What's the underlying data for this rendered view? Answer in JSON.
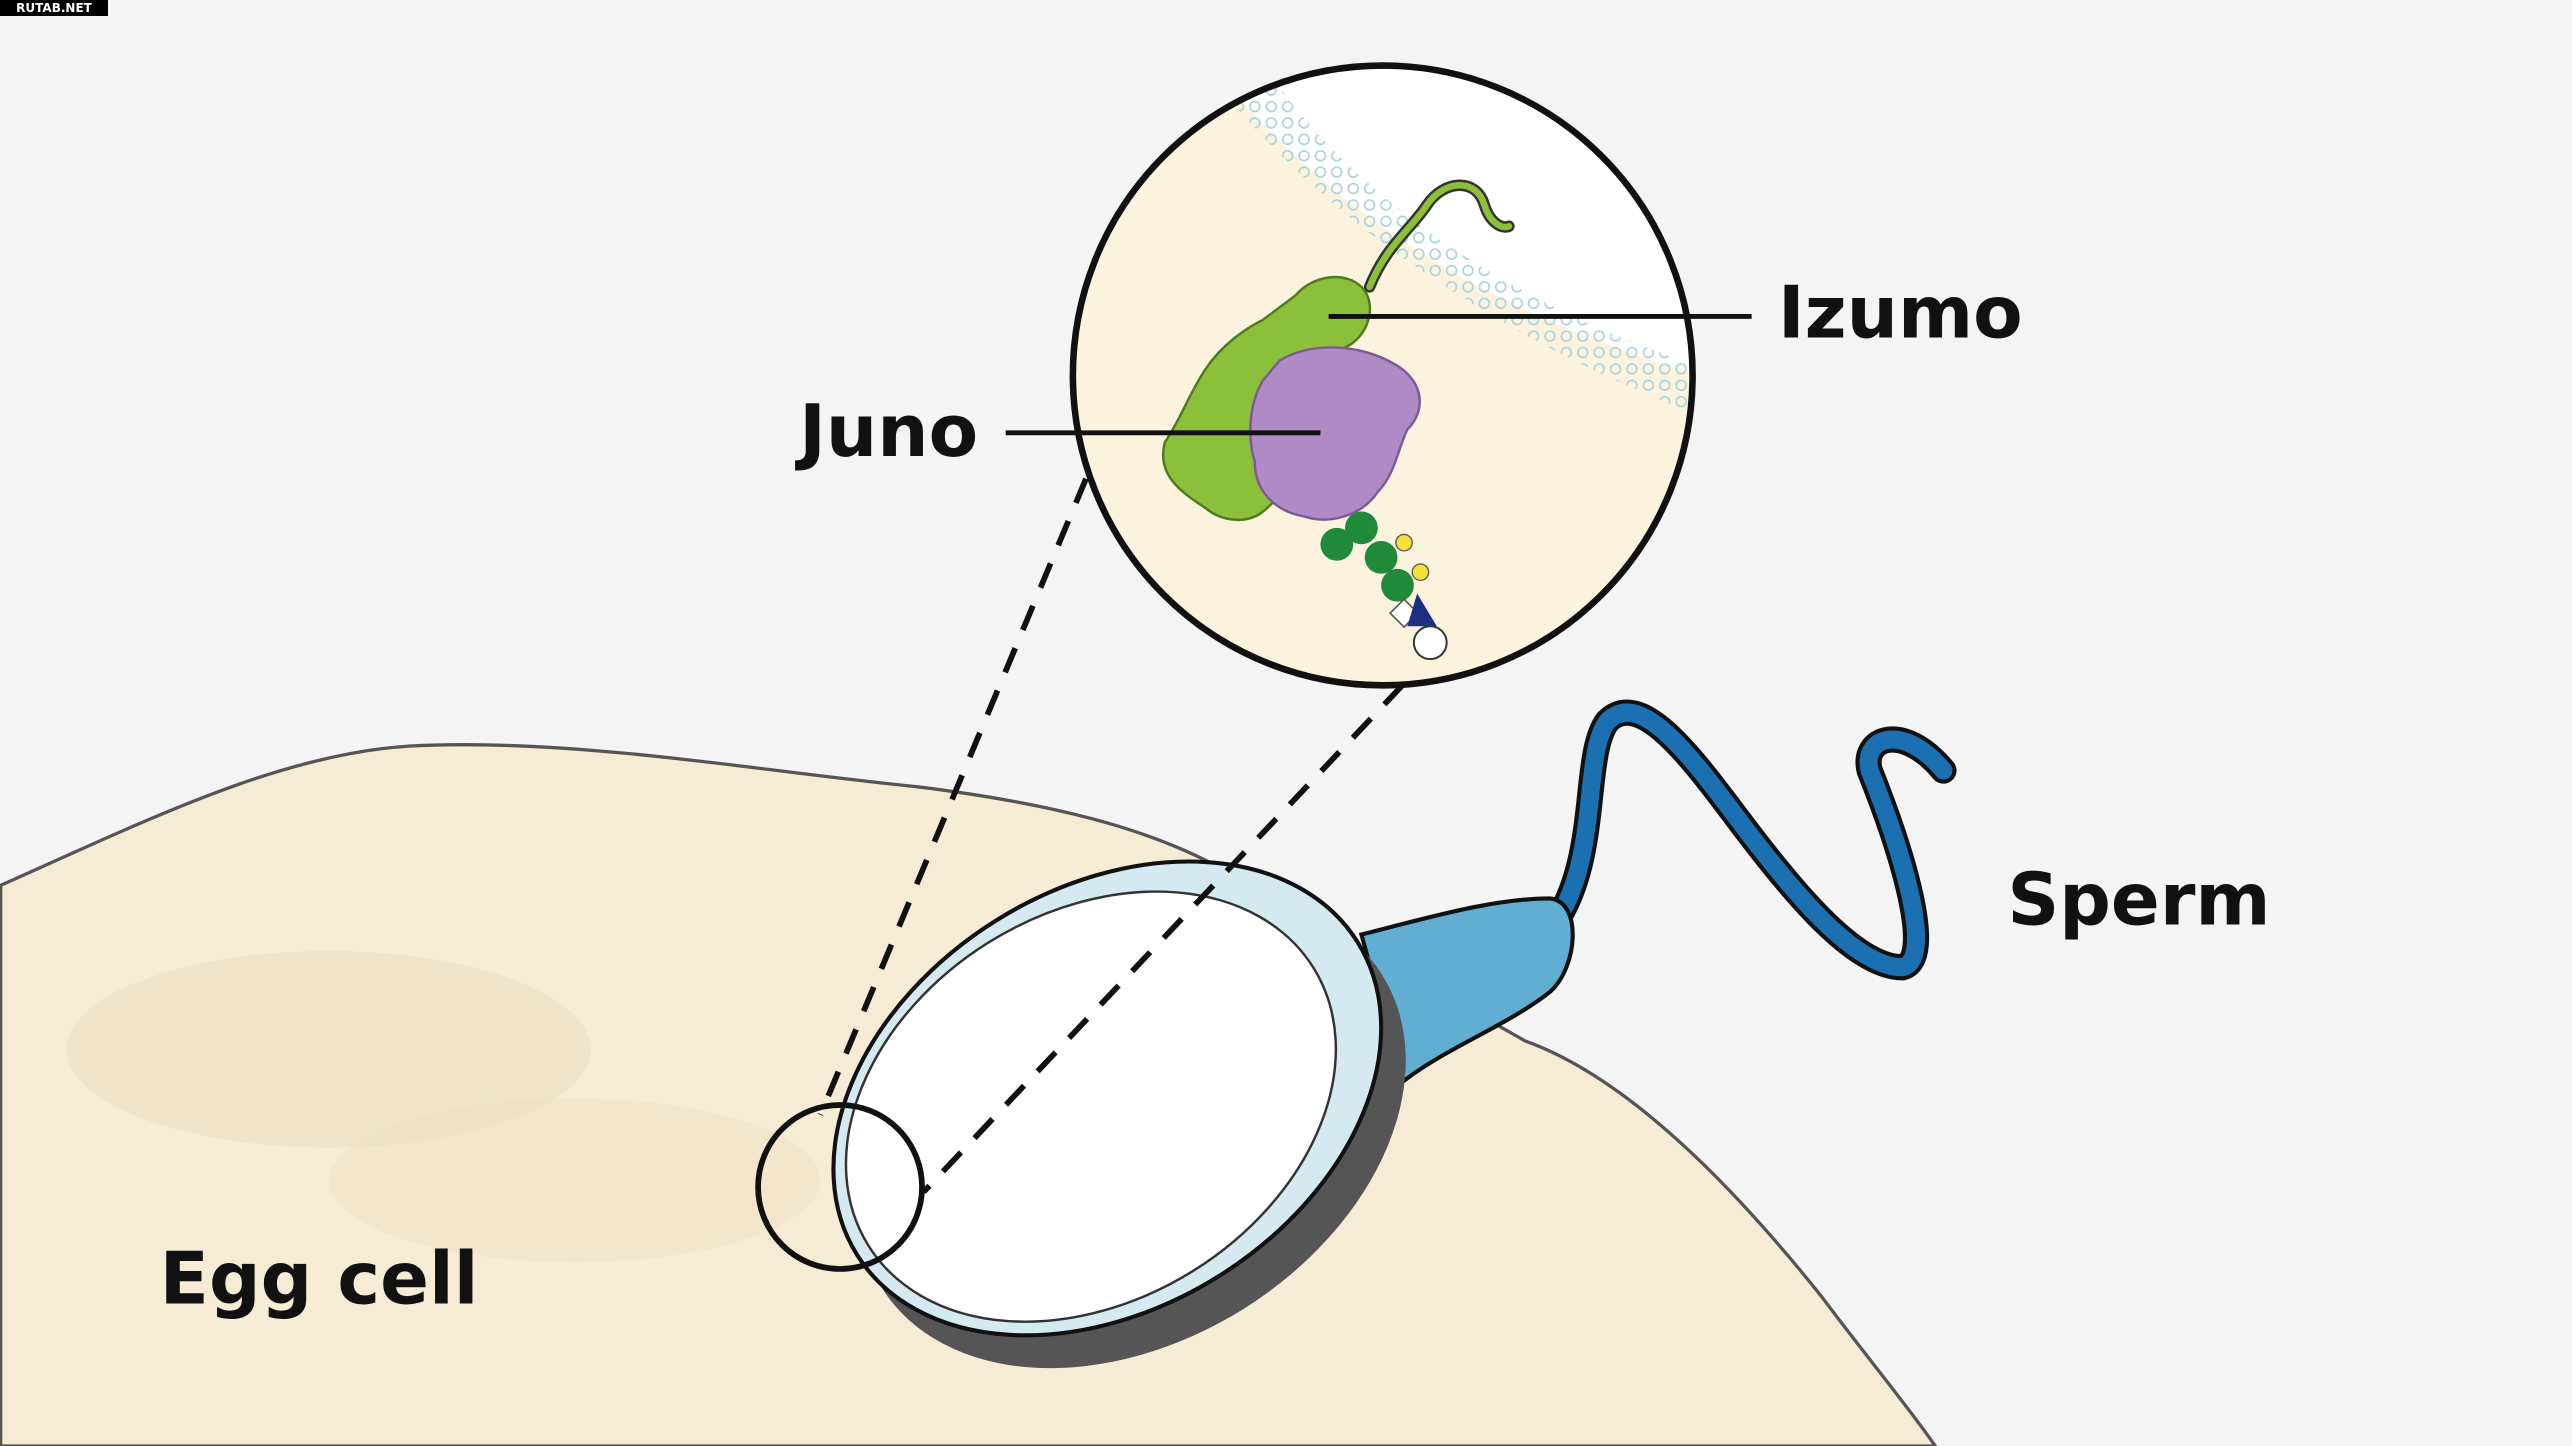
{
  "watermark": "RUTAB.NET",
  "labels": {
    "izumo": "Izumo",
    "juno": "Juno",
    "sperm": "Sperm",
    "egg_cell": "Egg cell"
  },
  "colors": {
    "background": "#f4f4f4",
    "egg": "#f6ecd6",
    "sperm_tail": "#1b70b2",
    "sperm_midpiece": "#62aed3",
    "izumo": "#8cbf3a",
    "juno": "#b08ac4",
    "glycan": "#1f8a3a"
  }
}
